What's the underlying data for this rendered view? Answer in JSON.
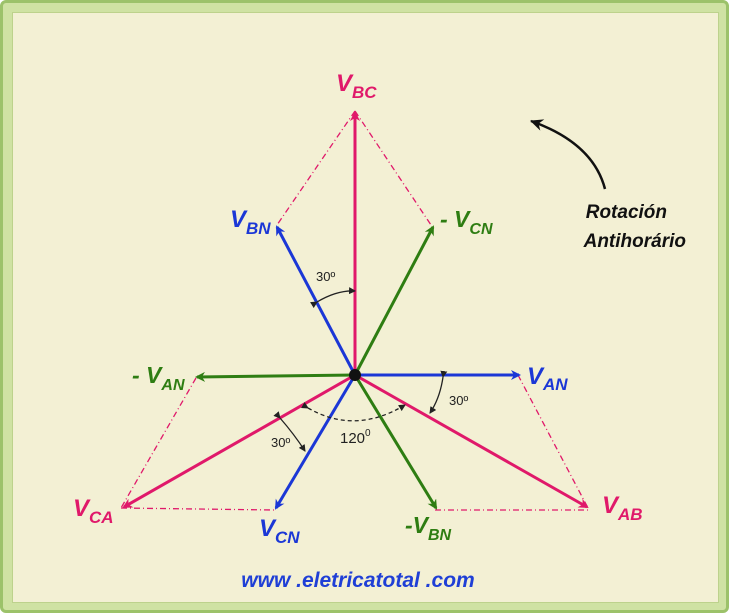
{
  "colors": {
    "line_voltage": "#e0196a",
    "phase_voltage": "#1b37d6",
    "negative_phase": "#2e7d12",
    "angle_text": "#222222",
    "frame": "#cfe2a3",
    "panel": "#f3f0d4"
  },
  "labels": {
    "vbc": {
      "main": "V",
      "sub": "BC"
    },
    "vab": {
      "main": "V",
      "sub": "AB"
    },
    "vca": {
      "main": "V",
      "sub": "CA"
    },
    "van": {
      "main": "V",
      "sub": "AN"
    },
    "vbn": {
      "main": "V",
      "sub": "BN"
    },
    "vcn": {
      "main": "V",
      "sub": "CN"
    },
    "neg_vcn": {
      "main": "- V",
      "sub": "CN"
    },
    "neg_van": {
      "main": "- V",
      "sub": "AN"
    },
    "neg_vbn": {
      "main": "-V",
      "sub": "BN"
    }
  },
  "angles": {
    "top": "30º",
    "right": "30º",
    "left": "30º",
    "center": "120",
    "center_degree": "0"
  },
  "rotation_note": {
    "line1": "Rotación",
    "line2": "Antihorário"
  },
  "website": "www .eletricatotal .com"
}
